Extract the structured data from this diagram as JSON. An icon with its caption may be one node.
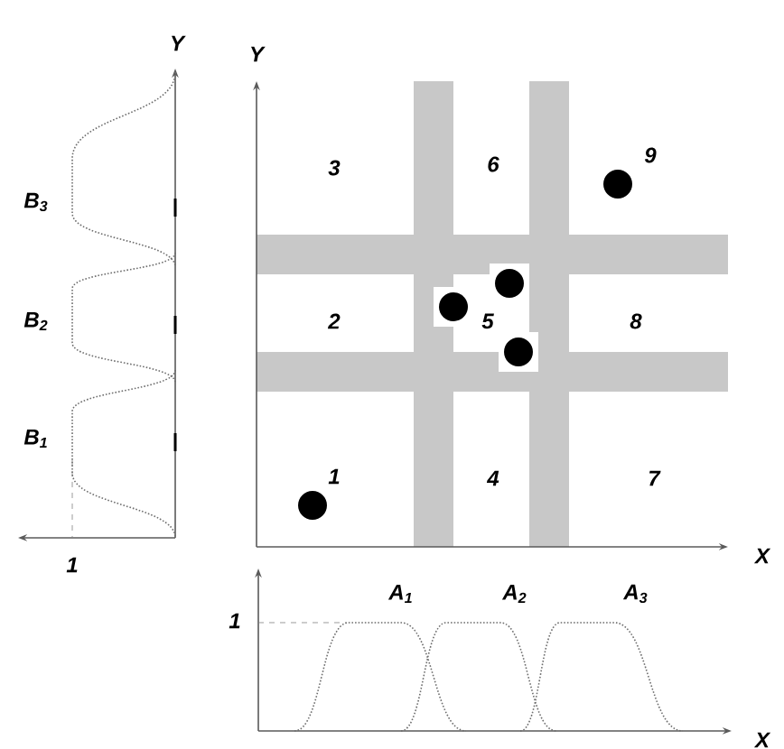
{
  "diagram": {
    "labels": [
      "Y",
      "B$_{3}$",
      "B$_{2}$",
      "B$_{1}$",
      "1",
      "Y",
      "3",
      "6",
      "9",
      "2",
      "5",
      "8",
      "1",
      "4",
      "7",
      "X",
      "1",
      "A$_{1}$",
      "A$_{2}$",
      "A$_{3}$",
      "X"
    ]
  }
}
